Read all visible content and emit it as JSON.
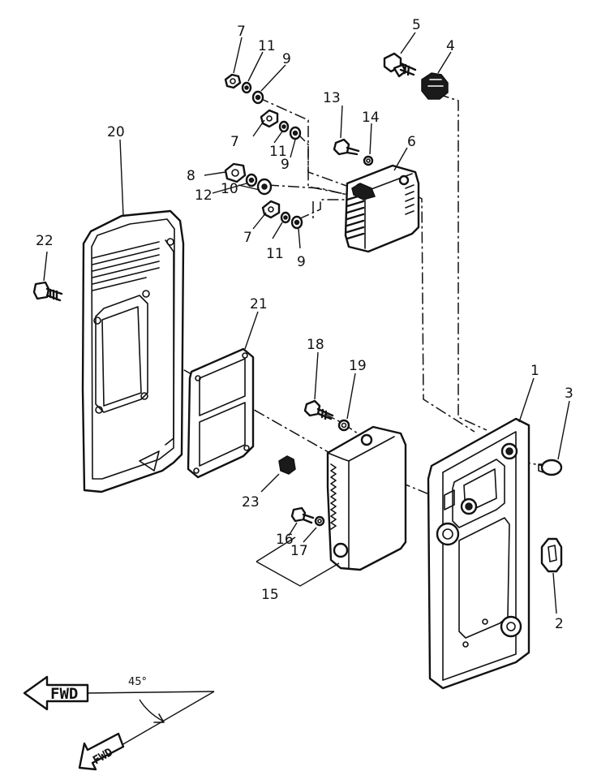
{
  "diagram": {
    "labels": {
      "p1": "1",
      "p2": "2",
      "p3": "3",
      "p4": "4",
      "p5": "5",
      "p6": "6",
      "p7a": "7",
      "p7b": "7",
      "p7c": "7",
      "p8": "8",
      "p9a": "9",
      "p9b": "9",
      "p9c": "9",
      "p10": "10",
      "p11a": "11",
      "p11b": "11",
      "p11c": "11",
      "p12": "12",
      "p13": "13",
      "p14": "14",
      "p15": "15",
      "p16": "16",
      "p17": "17",
      "p18": "18",
      "p19": "19",
      "p20": "20",
      "p21": "21",
      "p22": "22",
      "p23": "23"
    },
    "fwd_label": "FWD",
    "angle_label": "45°"
  }
}
